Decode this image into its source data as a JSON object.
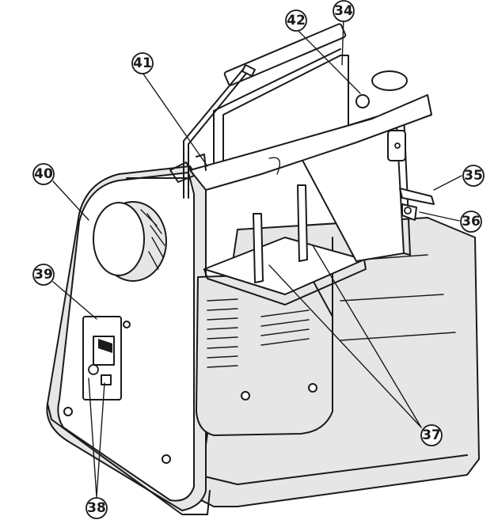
{
  "callouts": [
    {
      "id": "c34",
      "text": "34"
    },
    {
      "id": "c35",
      "text": "35"
    },
    {
      "id": "c36",
      "text": "36"
    },
    {
      "id": "c37",
      "text": "37"
    },
    {
      "id": "c38",
      "text": "38"
    },
    {
      "id": "c39",
      "text": "39"
    },
    {
      "id": "c40",
      "text": "40"
    },
    {
      "id": "c41",
      "text": "41"
    },
    {
      "id": "c42",
      "text": "42"
    }
  ],
  "colors": {
    "line": "#1a1a1a",
    "shade": "#e6e6e6",
    "background": "#ffffff"
  }
}
